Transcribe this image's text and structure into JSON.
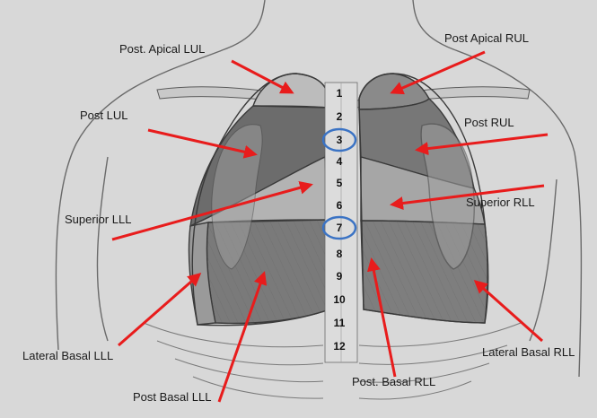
{
  "colors": {
    "paper": "#d6d6d6",
    "lung_dark": "#6f6f6f",
    "lung_mid": "#8f8f8f",
    "lung_light": "#b8b8b8",
    "arrow": "#e81c1c",
    "highlight_ring": "#3b73c4",
    "line": "#3a3a3a"
  },
  "labels": {
    "post_apical_lul": "Post. Apical LUL",
    "post_apical_rul": "Post Apical RUL",
    "post_lul": "Post LUL",
    "post_rul": "Post RUL",
    "superior_lll": "Superior LLL",
    "superior_rll": "Superior RLL",
    "lateral_basal_lll": "Lateral Basal LLL",
    "lateral_basal_rll": "Lateral Basal RLL",
    "post_basal_lll": "Post Basal LLL",
    "post_basal_rll": "Post. Basal RLL"
  },
  "vertebrae": [
    "1",
    "2",
    "3",
    "4",
    "5",
    "6",
    "7",
    "8",
    "9",
    "10",
    "11",
    "12"
  ],
  "highlighted_vertebrae": [
    "3",
    "7"
  ]
}
